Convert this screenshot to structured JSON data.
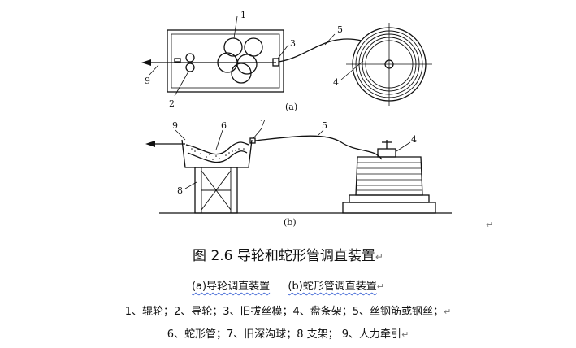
{
  "figure": {
    "callouts": {
      "a": [
        "1",
        "2",
        "3",
        "4",
        "5",
        "9"
      ],
      "b": [
        "4",
        "5",
        "6",
        "7",
        "8",
        "9"
      ]
    },
    "sub_a": "(a)",
    "sub_b": "(b)"
  },
  "caption": {
    "title": "图 2.6  导轮和蛇形管调直装置"
  },
  "legend": {
    "line1": {
      "part_a": "(a)导轮调直装置",
      "part_b": "(b)蛇形管调直装置"
    },
    "line2": "1、辊轮；2、导轮；3、旧拔丝模；4、盘条架；5、丝钢筋或钢丝；",
    "line3": "6、蛇形管；7、旧深沟球；8 支架；  9、人力牵引"
  },
  "marks": {
    "para": "↵"
  }
}
